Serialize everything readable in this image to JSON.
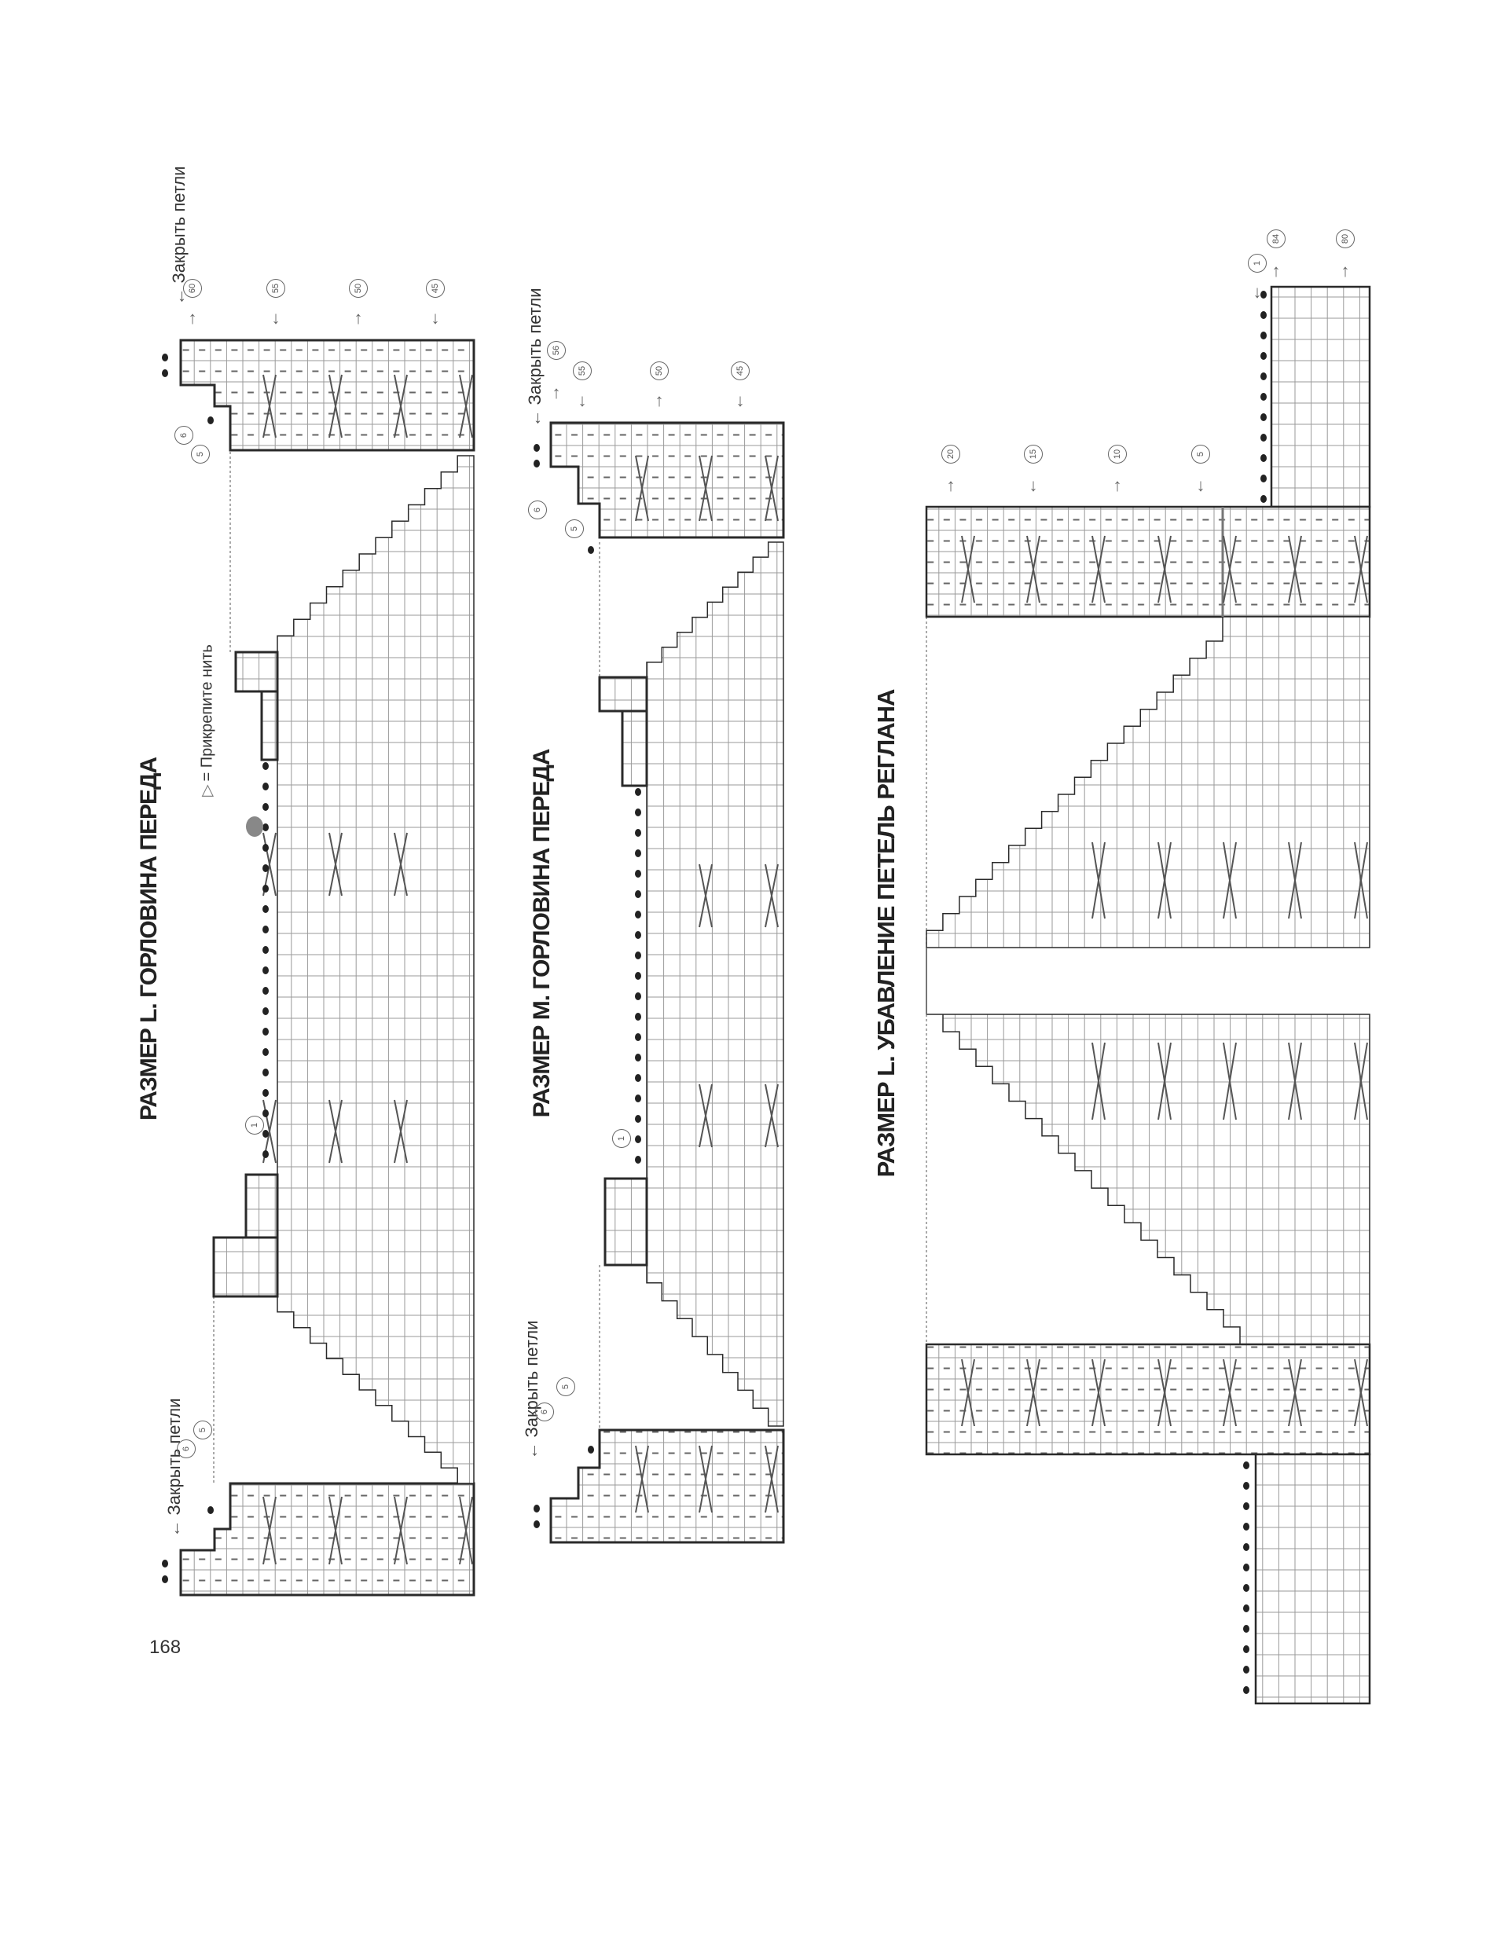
{
  "page_number": "168",
  "charts": [
    {
      "title": "РАЗМЕР L. ГОРЛОВИНА ПЕРЕДА",
      "legend": {
        "symbol": "▷",
        "text": "= Прикрепите нить"
      },
      "bind_off_label": "Закрыть петли",
      "row_numbers": [
        "60",
        "55",
        "50",
        "45"
      ],
      "step_labels": [
        "6",
        "5"
      ],
      "start_row": "1"
    },
    {
      "title": "РАЗМЕР М. ГОРЛОВИНА ПЕРЕДА",
      "bind_off_label": "Закрыть петли",
      "row_numbers": [
        "56",
        "55",
        "50",
        "45"
      ],
      "step_labels": [
        "6",
        "5"
      ],
      "start_row": "1"
    },
    {
      "title": "РАЗМЕР L. УБАВЛЕНИЕ ПЕТЕЛЬ РЕГЛАНА",
      "row_numbers": [
        "20",
        "15",
        "10",
        "5",
        "1",
        "84",
        "80"
      ]
    }
  ],
  "colors": {
    "grid": "#9a9a9a",
    "outline": "#2a2a2a",
    "symbol": "#555555"
  }
}
